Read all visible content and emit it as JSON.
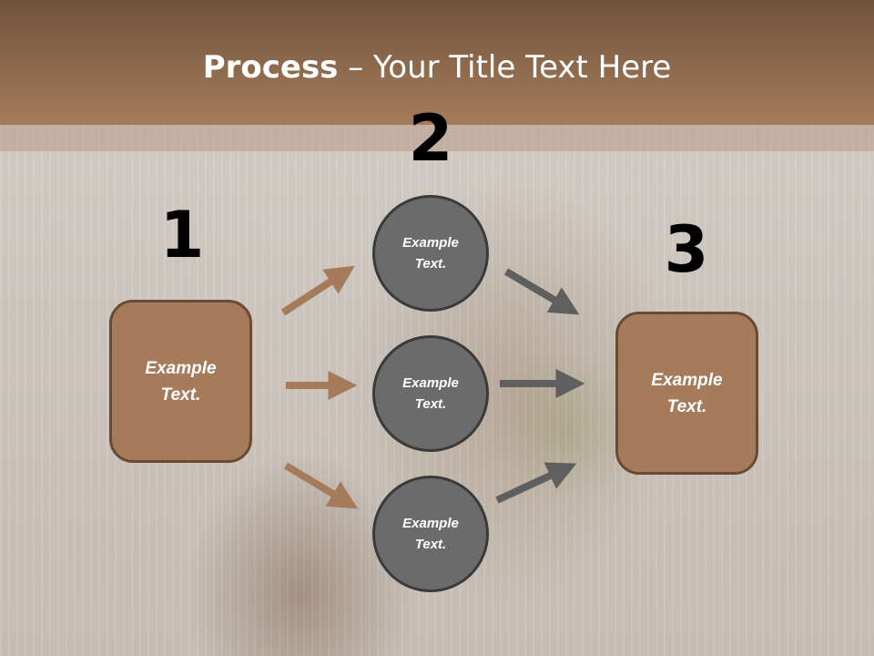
{
  "title": {
    "strong": "Process",
    "rest": " – Your Title Text Here"
  },
  "steps": {
    "n1": "1",
    "n2": "2",
    "n3": "3"
  },
  "boxes": {
    "left": {
      "line1": "Example",
      "line2": "Text."
    },
    "right": {
      "line1": "Example",
      "line2": "Text."
    }
  },
  "circles": [
    {
      "line1": "Example",
      "line2": "Text."
    },
    {
      "line1": "Example",
      "line2": "Text."
    },
    {
      "line1": "Example",
      "line2": "Text."
    }
  ],
  "colors": {
    "header": "#8e6a4d",
    "box_fill": "#a57b5c",
    "box_border": "#6a4a35",
    "circle_fill": "#6b6b6b",
    "circle_border": "#3a3a3a",
    "arrow_brown": "#a57b5c",
    "arrow_gray": "#5f5f5f"
  }
}
